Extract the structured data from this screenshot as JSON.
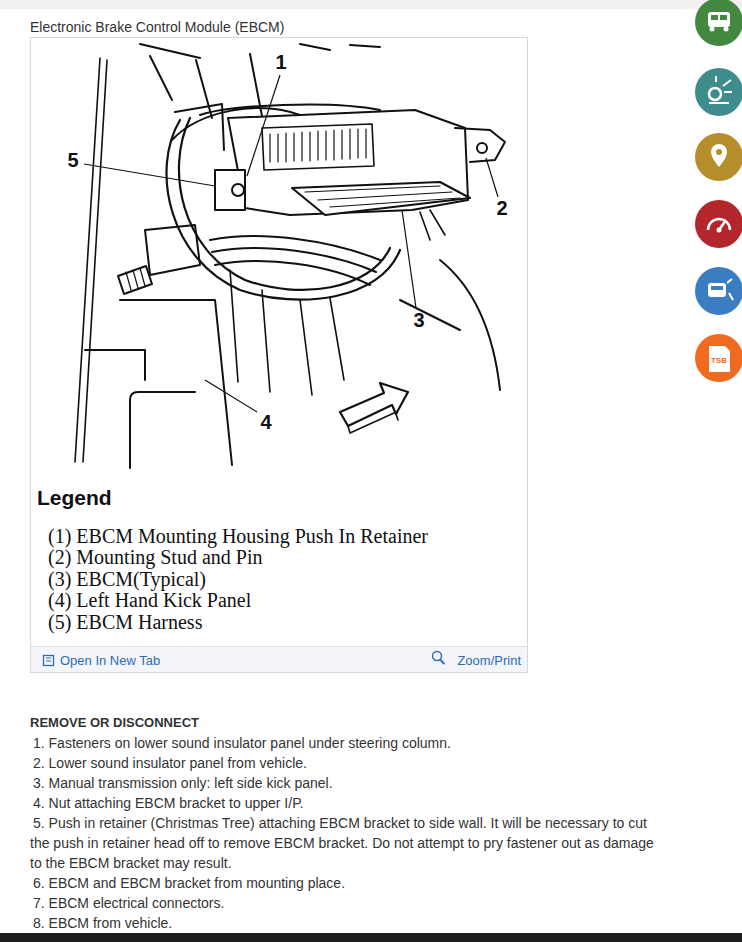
{
  "diagram": {
    "title": "Electronic Brake Control Module (EBCM)",
    "nodes": [
      {
        "text": [
          "Open In New Tab",
          "Zoom/Print"
        ]
      },
      {
        "text": [
          "TSB"
        ]
      }
    ],
    "labels": [
      "1",
      "5",
      "2",
      "3",
      "4",
      "Legend",
      "(1) EBCM Mounting Housing Push In Retainer",
      "(2) Mounting Stud and Pin",
      "(3) EBCM(Typical)",
      "(4) Left Hand Kick Panel",
      "(5) EBCM Harness",
      "REMOVE OR DISCONNECT",
      "1. Fasteners on lower sound insulator panel under steering column.",
      "2. Lower sound insulator panel from vehicle.",
      "3. Manual transmission only: left side kick panel.",
      "4. Nut attaching EBCM bracket to upper I/P.",
      "5. Push in retainer (Christmas Tree) attaching EBCM bracket to side wall. It will be necessary to cut the push in retainer head off to remove EBCM bracket. Do not attempt to pry fastener out as damage to the EBCM bracket may result.",
      "6. EBCM and EBCM bracket from mounting place.",
      "7. EBCM electrical connectors.",
      "8. EBCM from vehicle."
    ]
  }
}
